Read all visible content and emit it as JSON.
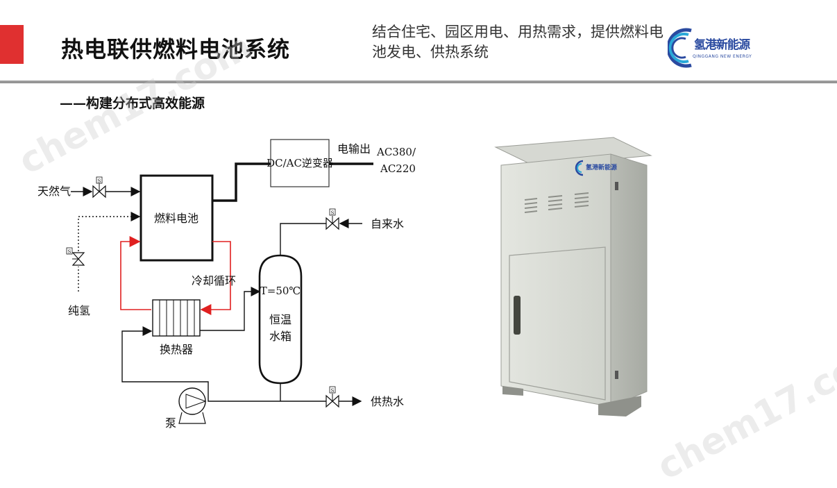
{
  "header": {
    "title": "热电联供燃料电池系统",
    "description": "结合住宅、园区用电、用热需求，提供燃料电池发电、供热系统",
    "accent_color": "#e03030",
    "logo": {
      "name": "氢港新能源",
      "sub": "QINGGANG NEW ENERGY",
      "color": "#2a4aa0"
    }
  },
  "subtitle": "——构建分布式高效能源",
  "diagram": {
    "natural_gas": "天然气",
    "pure_hydrogen": "纯氢",
    "fuel_cell": "燃料电池",
    "inverter": "DC/AC逆变器",
    "power_output": "电输出",
    "ac_output_1": "AC380/",
    "ac_output_2": "AC220",
    "tap_water": "自来水",
    "cooling_loop": "冷却循环",
    "tank_temp": "T=50℃",
    "tank_label_1": "恒温",
    "tank_label_2": "水箱",
    "heat_exchanger": "换热器",
    "pump": "泵",
    "heating_water": "供热水",
    "valve_mark": "S",
    "colors": {
      "cooling": "#e02020",
      "line": "#111111"
    }
  },
  "product": {
    "cabinet_logo": "氢港新能源"
  },
  "watermark": "chem17.com"
}
